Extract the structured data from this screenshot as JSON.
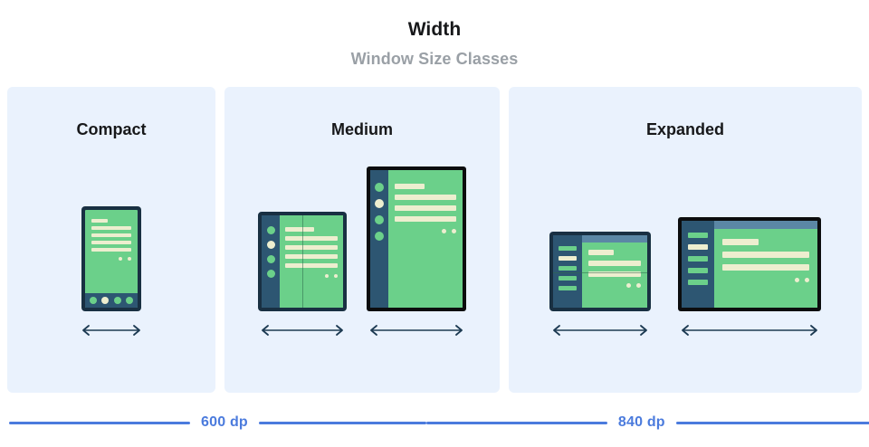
{
  "header": {
    "title": "Width",
    "subtitle": "Window Size Classes"
  },
  "colors": {
    "panel_bg": "#eaf2fd",
    "page_bg": "#ffffff",
    "title": "#17181a",
    "subtitle": "#9aa0a6",
    "device_frame_navy": "#193042",
    "device_frame_black": "#0c0d0e",
    "screen_green": "#6bd08a",
    "content_cream": "#edeecf",
    "nav_rail_blue": "#2d5672",
    "top_bar_blue": "#5b87a5",
    "scale_blue": "#4b7bdd",
    "arrow": "#1c3a52"
  },
  "panels": [
    {
      "label": "Compact",
      "devices": [
        {
          "name": "phone-portrait",
          "frame": "navy",
          "orientation": "portrait"
        }
      ]
    },
    {
      "label": "Medium",
      "devices": [
        {
          "name": "foldable-unfolded-portrait",
          "frame": "navy",
          "orientation": "portrait"
        },
        {
          "name": "tablet-portrait",
          "frame": "black",
          "orientation": "portrait"
        }
      ]
    },
    {
      "label": "Expanded",
      "devices": [
        {
          "name": "foldable-landscape",
          "frame": "navy",
          "orientation": "landscape"
        },
        {
          "name": "tablet-landscape",
          "frame": "black",
          "orientation": "landscape"
        }
      ]
    }
  ],
  "scale": {
    "breakpoints": [
      {
        "value": "600 dp"
      },
      {
        "value": "840 dp"
      }
    ]
  }
}
